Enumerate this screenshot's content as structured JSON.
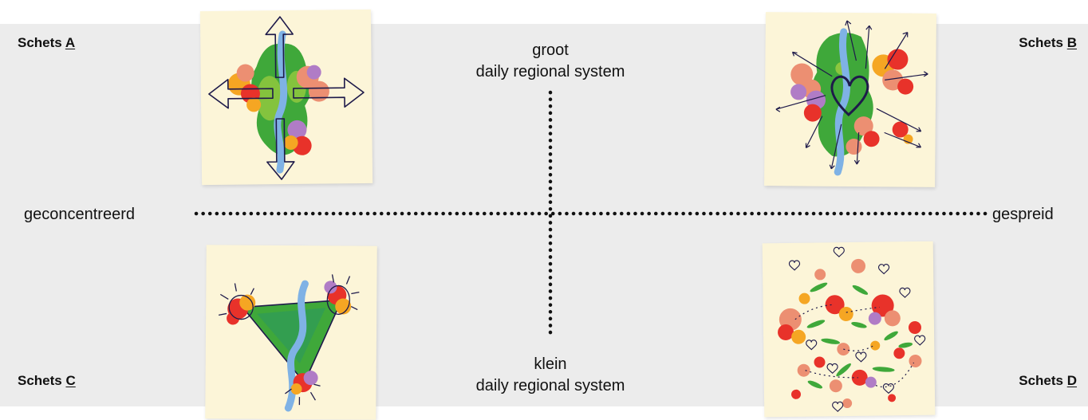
{
  "corners": {
    "a": {
      "prefix": "Schets ",
      "letter": "A"
    },
    "b": {
      "prefix": "Schets ",
      "letter": "B"
    },
    "c": {
      "prefix": "Schets ",
      "letter": "C"
    },
    "d": {
      "prefix": "Schets ",
      "letter": "D"
    }
  },
  "axes": {
    "left": "geconcentreerd",
    "right": "gespreid",
    "top": {
      "line1": "groot",
      "line2": "daily regional system"
    },
    "bottom": {
      "line1": "klein",
      "line2": "daily regional system"
    }
  },
  "colors": {
    "background_band": "#ececec",
    "note": "#fcf5d8",
    "green": "#3fa83a",
    "light_green": "#8cc63f",
    "blue": "#7fb2e5",
    "red": "#e8322a",
    "orange": "#f5a623",
    "salmon": "#ec8f72",
    "purple": "#b07cc6",
    "ink": "#1e1a4a"
  }
}
